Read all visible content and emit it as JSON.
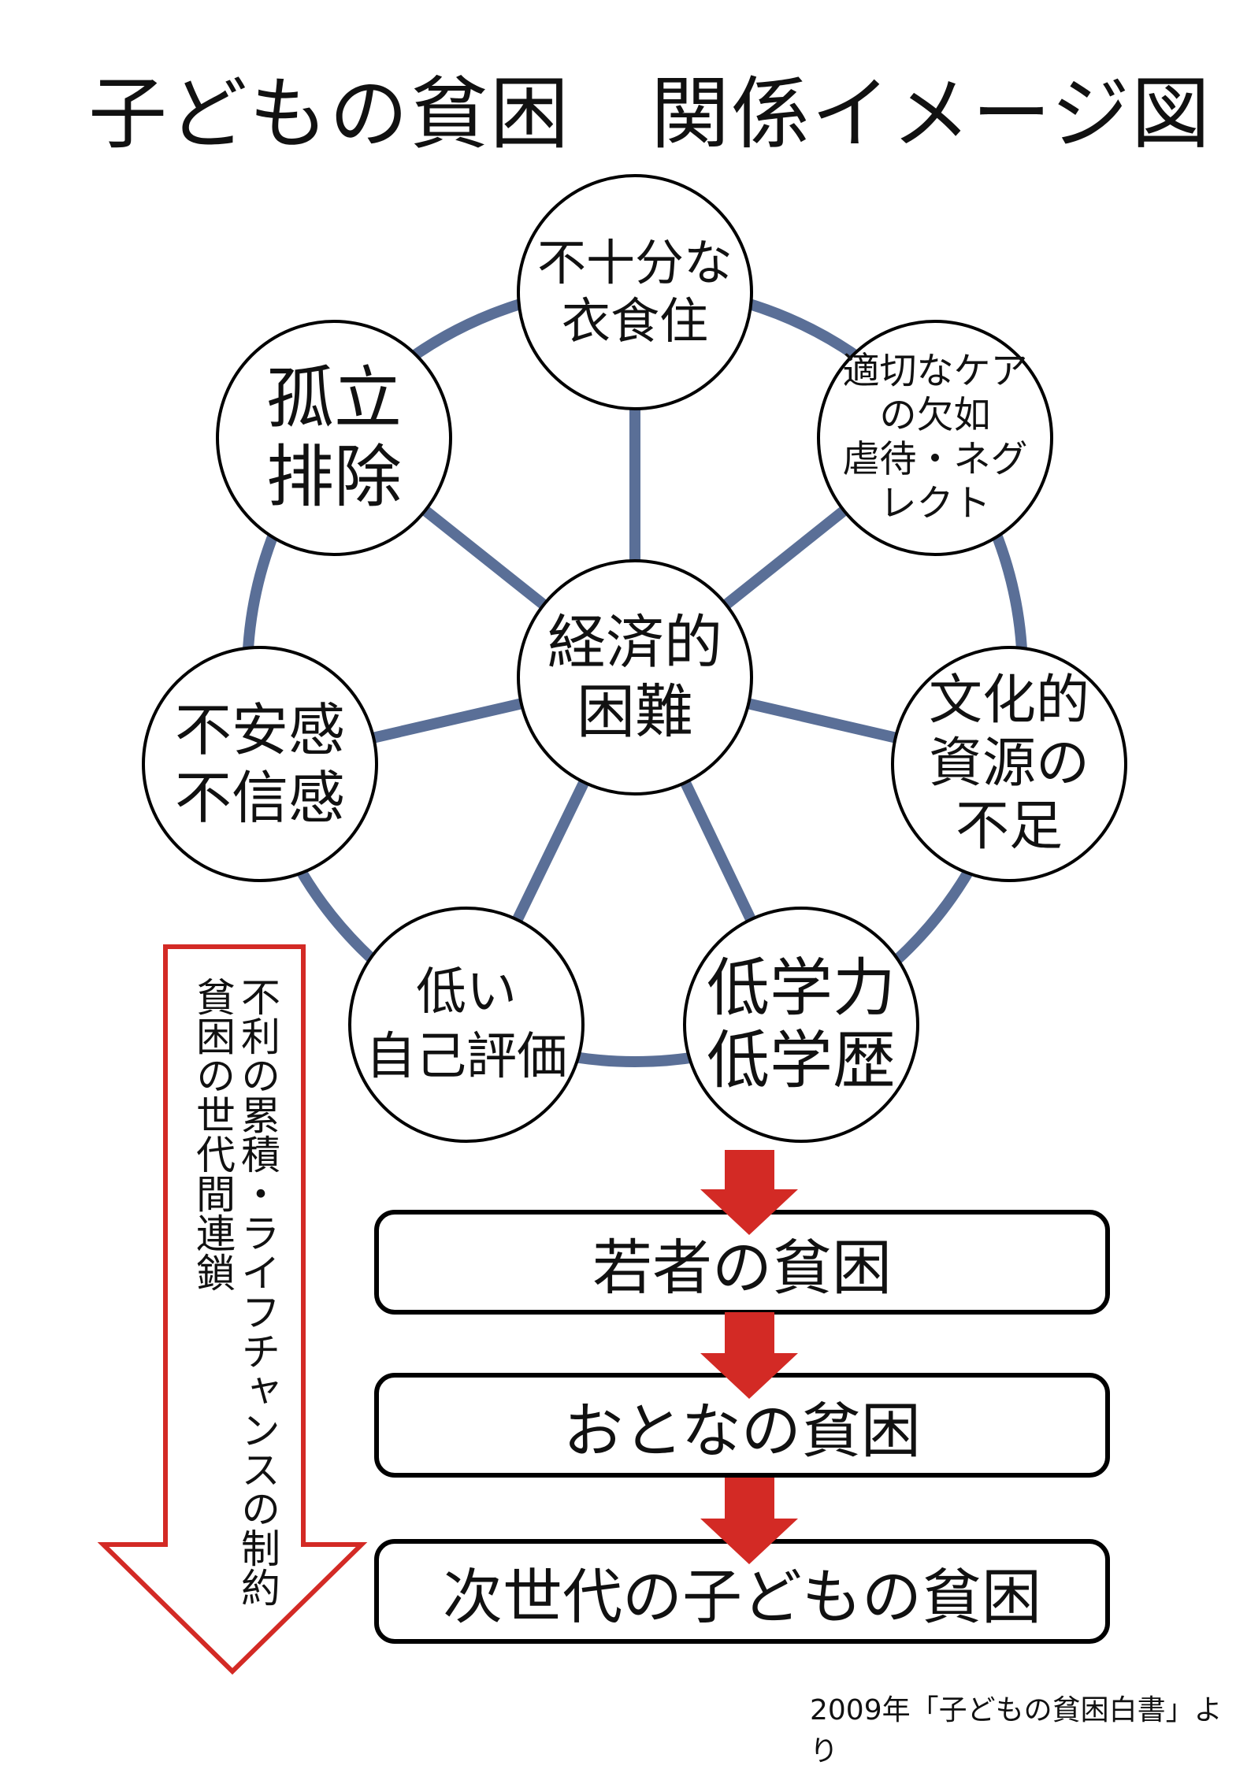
{
  "title": "子どもの貧困　関係イメージ図",
  "colors": {
    "ring": "#5a6f97",
    "arrow": "#d32a25"
  },
  "center": {
    "lines": [
      "経済的",
      "困難"
    ]
  },
  "nodes": [
    {
      "id": "shelter",
      "lines": [
        "不十分な",
        "衣食住"
      ]
    },
    {
      "id": "neglect",
      "lines": [
        "適切なケア",
        "の欠如",
        "虐待・ネグ",
        "レクト"
      ]
    },
    {
      "id": "culture",
      "lines": [
        "文化的",
        "資源の",
        "不足"
      ]
    },
    {
      "id": "education",
      "lines": [
        "低学力",
        "低学歴"
      ]
    },
    {
      "id": "esteem",
      "lines": [
        "低い",
        "自己評価"
      ]
    },
    {
      "id": "anxiety",
      "lines": [
        "不安感",
        "不信感"
      ]
    },
    {
      "id": "isolation",
      "lines": [
        "孤立",
        "排除"
      ]
    }
  ],
  "stages": [
    "若者の貧困",
    "おとなの貧困",
    "次世代の子どもの貧困"
  ],
  "side_arrow": {
    "line1": "不利の累積・ライフチャンスの制約",
    "line2": "貧困の世代間連鎖"
  },
  "credit": "2009年「子どもの貧困白書」より"
}
